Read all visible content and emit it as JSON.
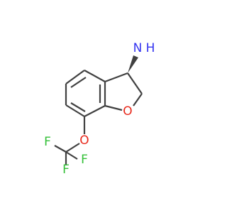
{
  "molecule": {
    "stereo_note": "",
    "colors": {
      "bond": "#404040",
      "oxygen": "#e8291c",
      "nitrogen": "#3333f0",
      "fluorine": "#34c038"
    },
    "atoms": {
      "nitrogen": "N",
      "amine_hydrogen": "H",
      "ring_oxygen": "O",
      "ether_oxygen": "O",
      "fluorine_1": "F",
      "fluorine_2": "F",
      "fluorine_3": "F"
    }
  }
}
